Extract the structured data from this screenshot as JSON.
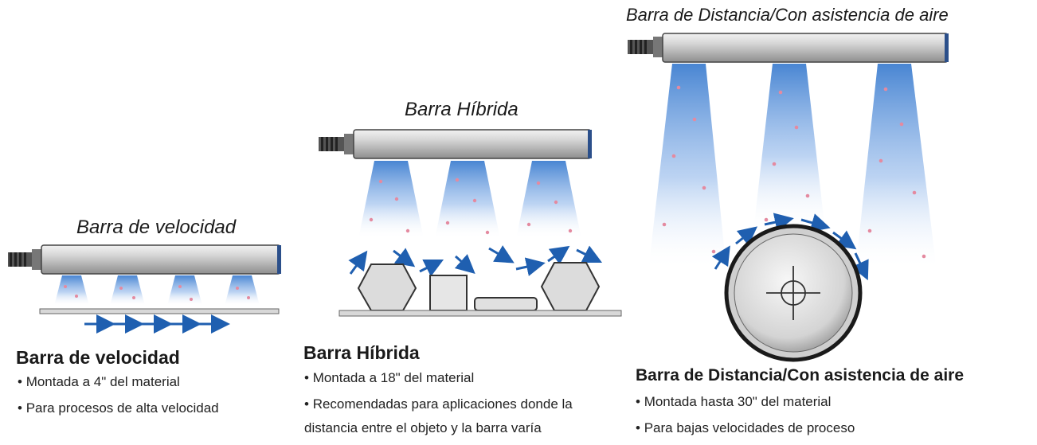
{
  "panels": {
    "velocity": {
      "title": "Barra de velocidad",
      "heading": "Barra de velocidad",
      "bullets": [
        "Montada a 4\" del material",
        "Para procesos de alta velocidad"
      ]
    },
    "hybrid": {
      "title": "Barra Híbrida",
      "heading": "Barra Híbrida",
      "bullets": [
        "Montada a 18\" del material",
        "Recomendadas para aplicaciones donde la"
      ],
      "bullet_continuation": "distancia entre el objeto y la barra varía"
    },
    "distance": {
      "title": "Barra de Distancia/Con asistencia de aire",
      "heading": "Barra de Distancia/Con asistencia de aire",
      "bullets": [
        "Montada hasta 30\" del material",
        "Para bajas velocidades de proceso"
      ]
    }
  },
  "colors": {
    "bar_body": "#c9c9c9",
    "bar_end": "#2b4f8a",
    "arrow": "#1f5fb0",
    "ion_blue": "#5a8fd8",
    "ion_pink": "#e48aa0",
    "surface": "#d8d8d8"
  },
  "icons": [
    "threaded-connector-icon",
    "ionizing-bar-icon",
    "ion-spray-icon",
    "airflow-arrow-icon",
    "hexagon-object-icon",
    "cylinder-object-icon",
    "flat-plate-object-icon",
    "roller-icon",
    "crosshair-icon"
  ]
}
